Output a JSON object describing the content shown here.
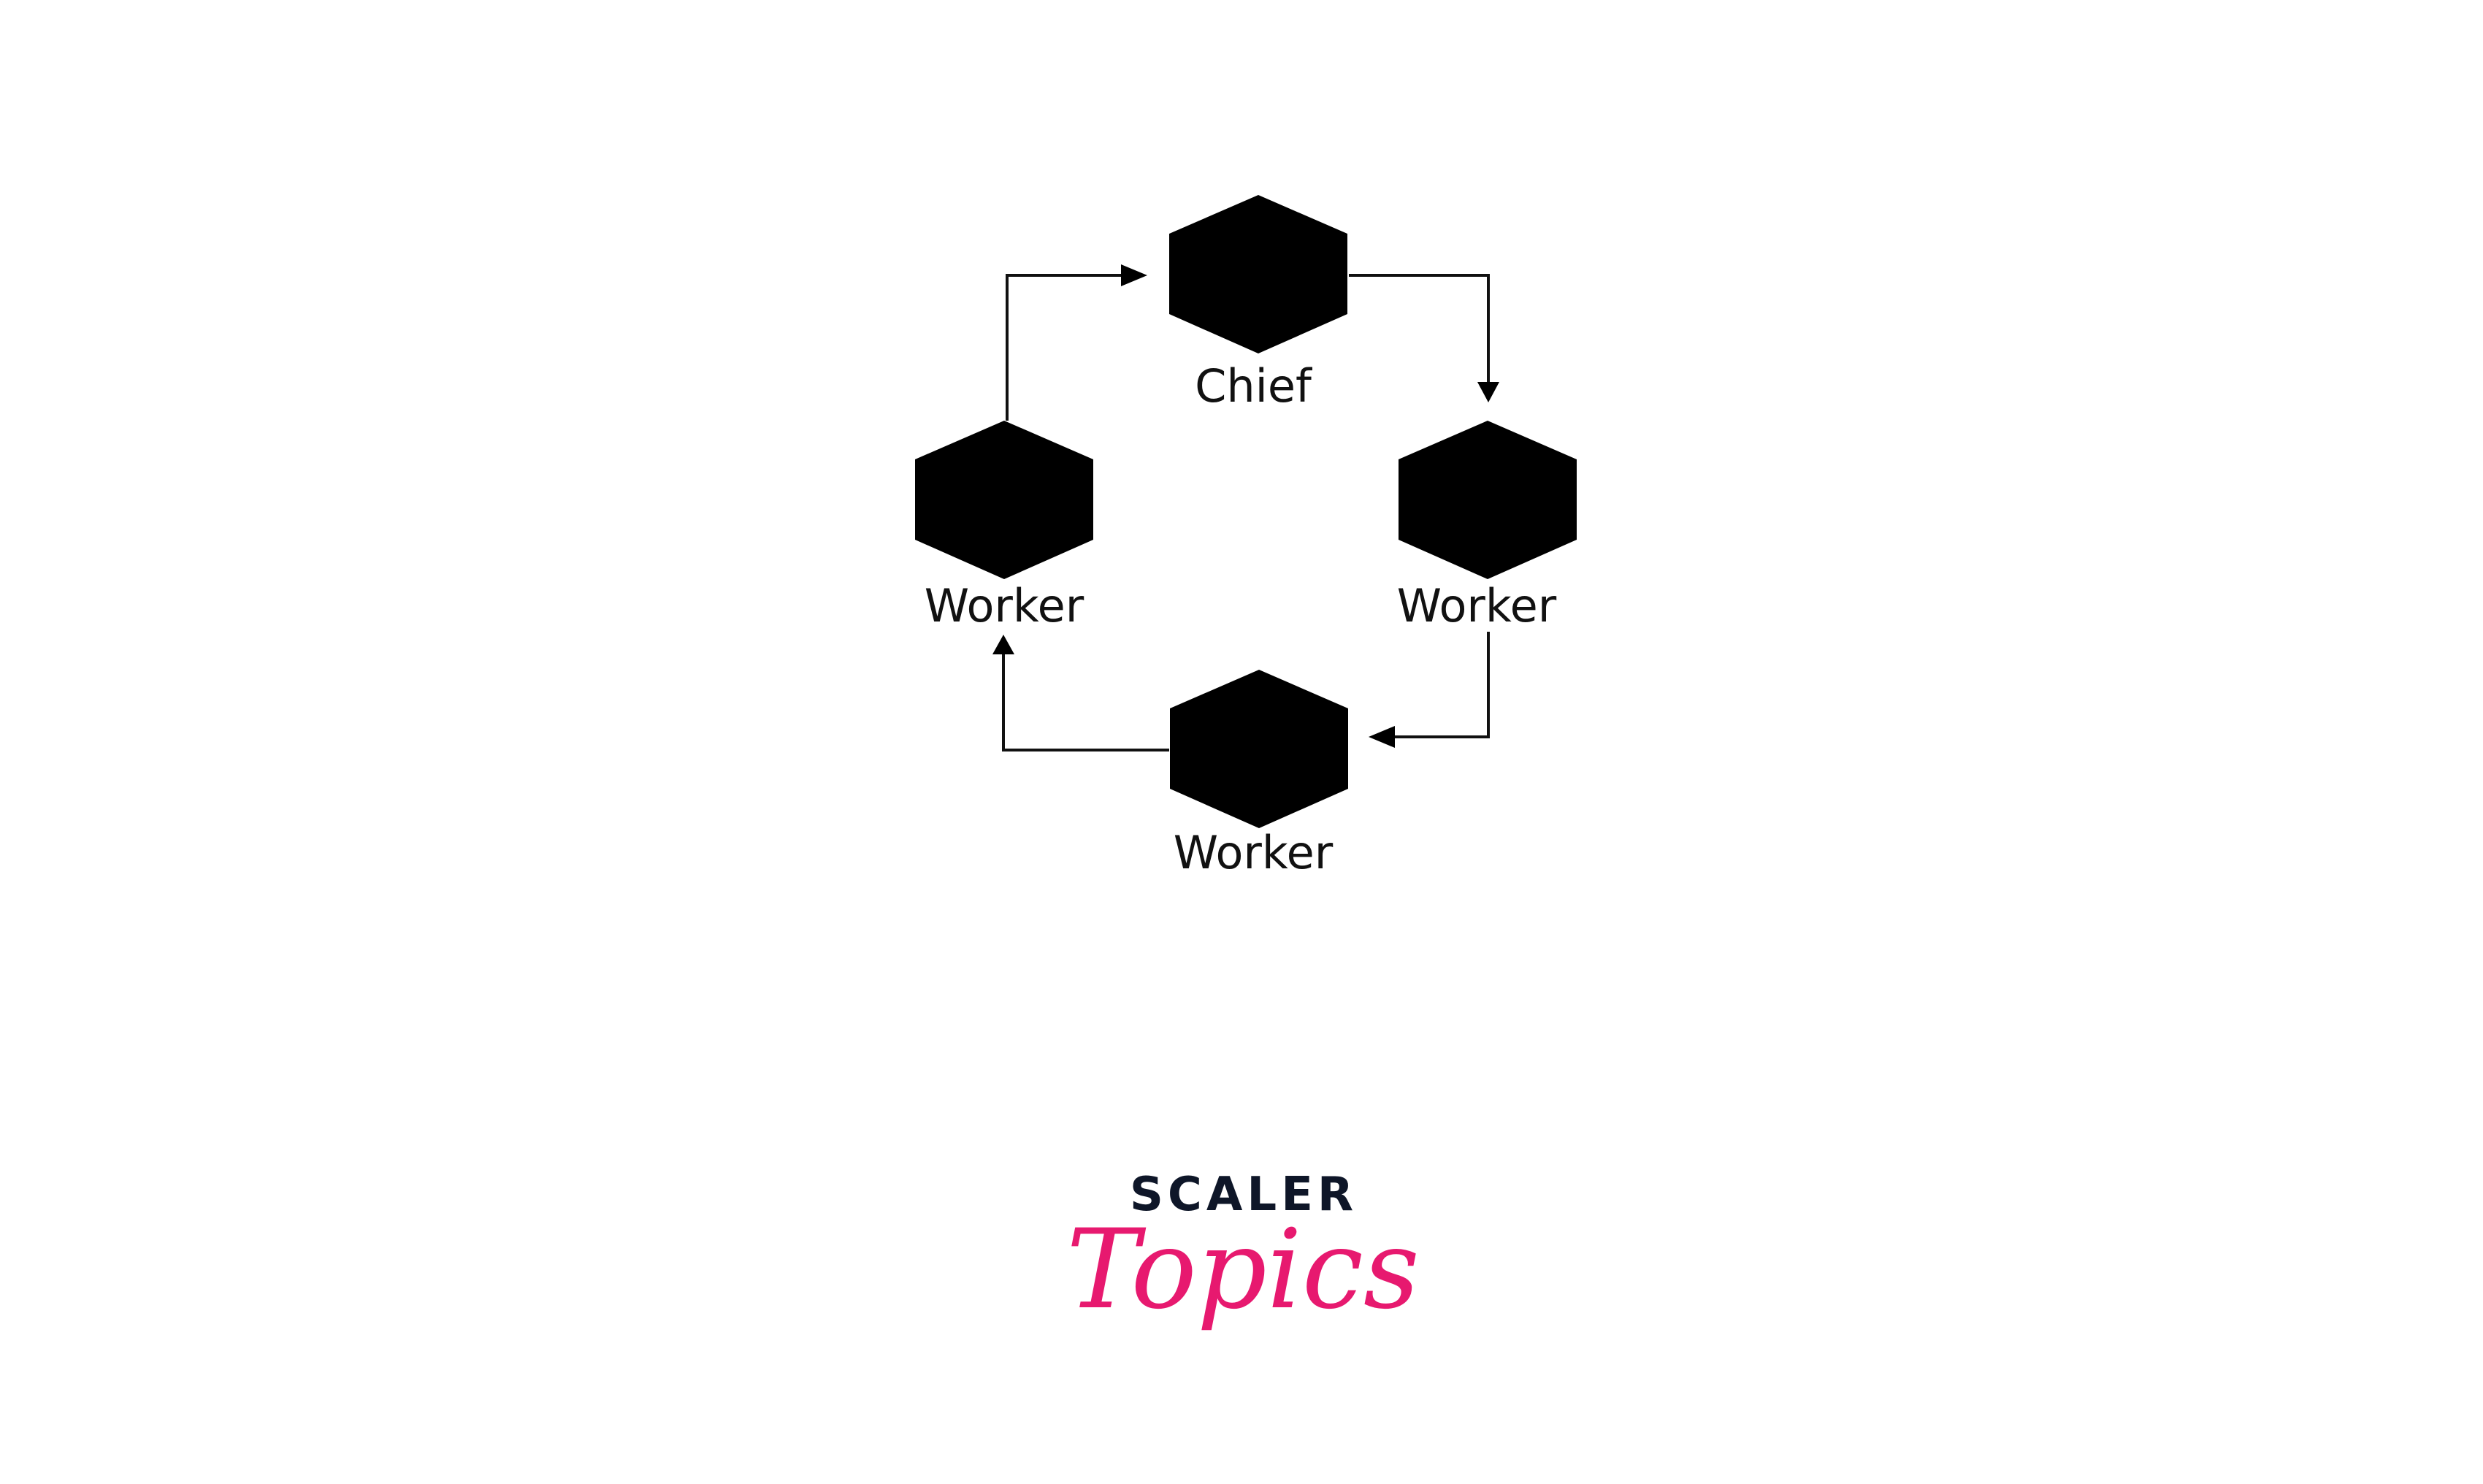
{
  "diagram": {
    "nodes": [
      {
        "id": "chief",
        "label": "Chief",
        "role": "chief"
      },
      {
        "id": "worker-right",
        "label": "Worker",
        "role": "worker"
      },
      {
        "id": "worker-bottom",
        "label": "Worker",
        "role": "worker"
      },
      {
        "id": "worker-left",
        "label": "Worker",
        "role": "worker"
      }
    ],
    "edges": [
      {
        "from": "chief",
        "to": "worker-right"
      },
      {
        "from": "worker-right",
        "to": "worker-bottom"
      },
      {
        "from": "worker-bottom",
        "to": "worker-left"
      },
      {
        "from": "worker-left",
        "to": "chief"
      }
    ],
    "node_icon": "cube-icon",
    "colors": {
      "cube_fill": "#CFCBF3",
      "stroke": "#111111"
    }
  },
  "logo": {
    "line1": "SCALER",
    "line2": "Topics",
    "colors": {
      "line1": "#0E1628",
      "line2": "#E7196F"
    }
  }
}
